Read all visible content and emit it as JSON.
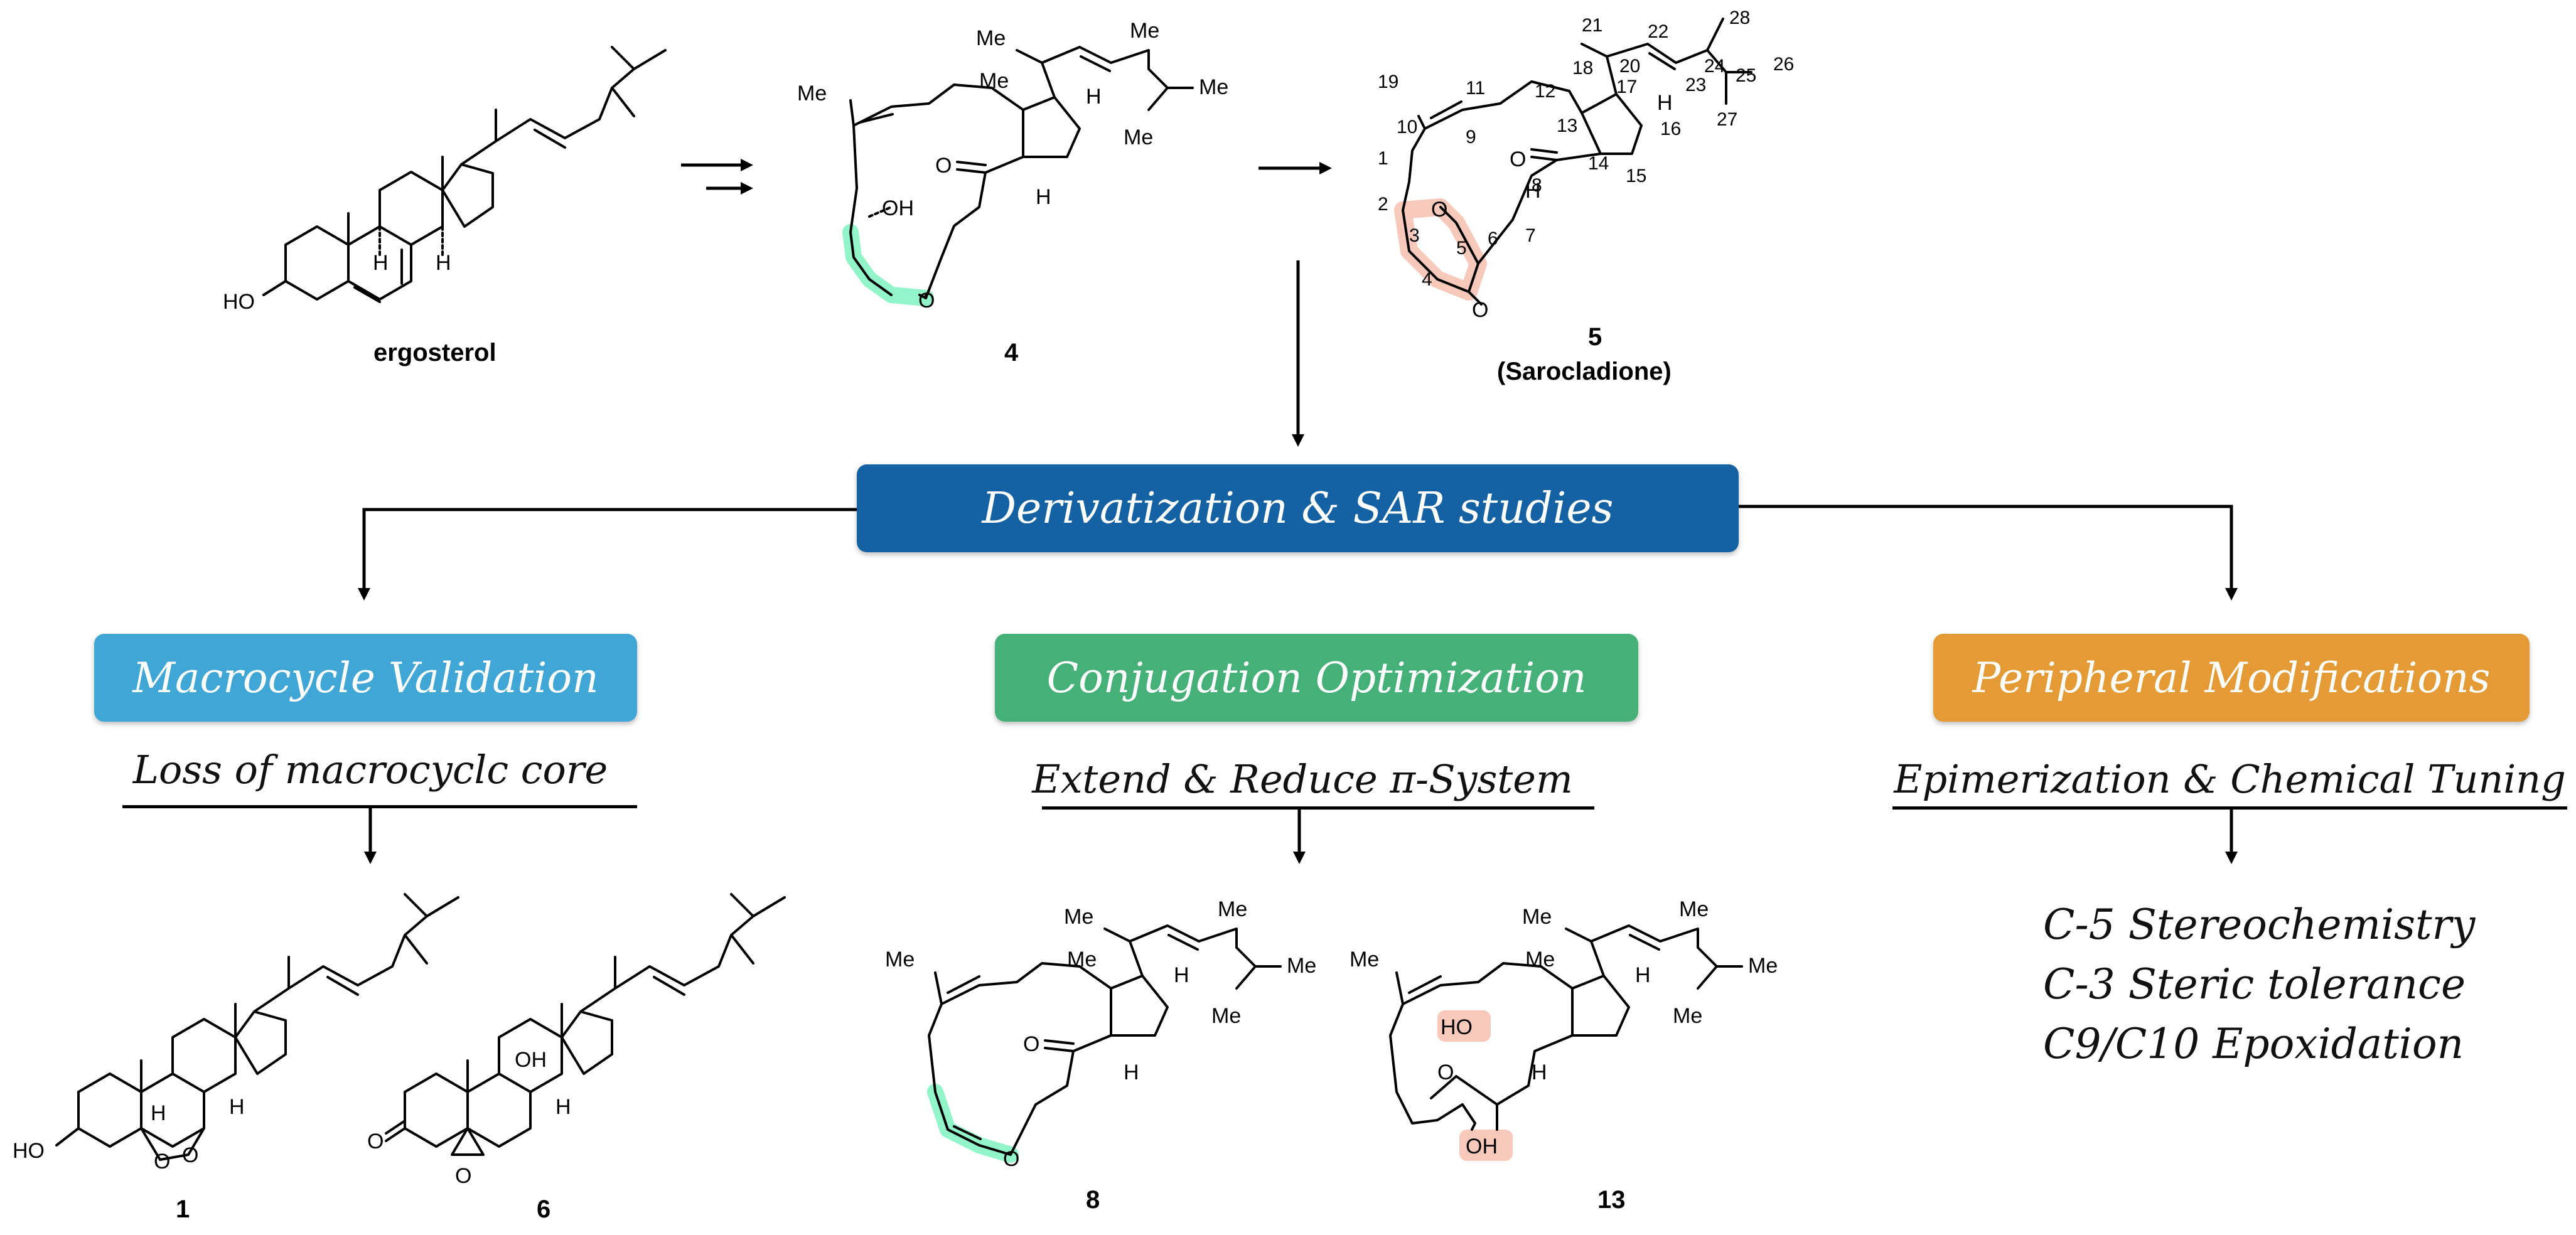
{
  "compounds": {
    "ergosterol": "ergosterol",
    "c4": "4",
    "c5": "5",
    "c5_name": "(Sarocladione)",
    "c1": "1",
    "c6": "6",
    "c8": "8",
    "c13": "13"
  },
  "atoms": {
    "me": "Me",
    "oh": "OH",
    "ho": "HO",
    "o": "O",
    "h": "H"
  },
  "numbering": [
    "1",
    "2",
    "3",
    "4",
    "5",
    "6",
    "7",
    "8",
    "9",
    "10",
    "11",
    "12",
    "13",
    "14",
    "15",
    "16",
    "17",
    "18",
    "19",
    "20",
    "21",
    "22",
    "23",
    "24",
    "25",
    "26",
    "27",
    "28"
  ],
  "central_box": {
    "label": "Derivatization & SAR studies",
    "color": "#1461a3"
  },
  "branches": [
    {
      "title": "Macrocycle Validation",
      "color": "#3fa6d6",
      "subtitle": "Loss of macrocyclc core"
    },
    {
      "title": "Conjugation Optimization",
      "color": "#45b077",
      "subtitle": "Extend & Reduce π-System"
    },
    {
      "title": "Peripheral Modifications",
      "color": "#e59b35",
      "subtitle": "Epimerization & Chemical Tuning"
    }
  ],
  "modifications": [
    "C-5 Stereochemistry",
    "C-3 Steric tolerance",
    "C9/C10 Epoxidation"
  ],
  "highlight_colors": {
    "green": "#7ff2c0",
    "peach": "#f7c3b3"
  }
}
